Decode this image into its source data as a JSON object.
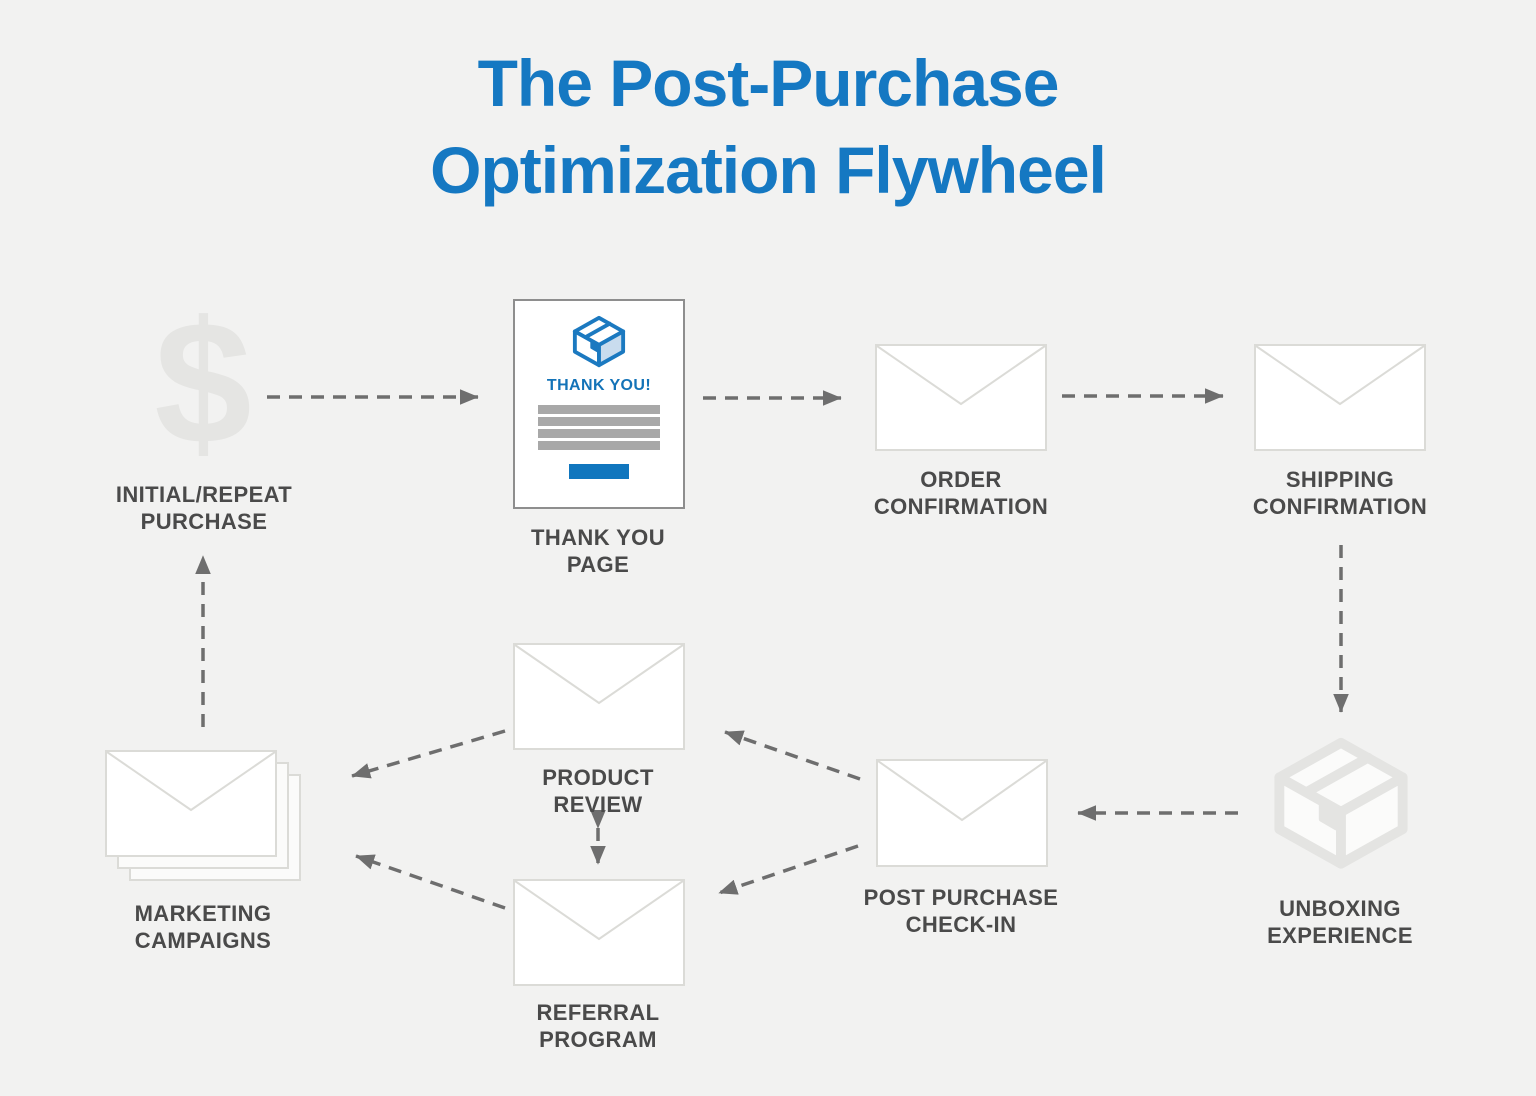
{
  "title": {
    "line1": "The Post-Purchase",
    "line2": "Optimization Flywheel"
  },
  "nodes": {
    "initial_purchase": {
      "label": "INITIAL/REPEAT\nPURCHASE",
      "icon": "dollar-icon",
      "dollar_glyph": "$"
    },
    "thank_you_page": {
      "label": "THANK YOU\nPAGE",
      "card_heading": "THANK YOU!",
      "icon": "package-box-icon"
    },
    "order_confirmation": {
      "label": "ORDER\nCONFIRMATION",
      "icon": "envelope-icon"
    },
    "shipping_confirmation": {
      "label": "SHIPPING\nCONFIRMATION",
      "icon": "envelope-icon"
    },
    "unboxing_experience": {
      "label": "UNBOXING\nEXPERIENCE",
      "icon": "package-box-icon"
    },
    "post_purchase_checkin": {
      "label": "POST PURCHASE\nCHECK-IN",
      "icon": "envelope-icon"
    },
    "product_review": {
      "label": "PRODUCT\nREVIEW",
      "icon": "envelope-icon"
    },
    "referral_program": {
      "label": "REFERRAL\nPROGRAM",
      "icon": "envelope-icon"
    },
    "marketing_campaigns": {
      "label": "MARKETING\nCAMPAIGNS",
      "icon": "stacked-envelopes-icon"
    }
  },
  "connections": [
    {
      "from": "initial_purchase",
      "to": "thank_you_page"
    },
    {
      "from": "thank_you_page",
      "to": "order_confirmation"
    },
    {
      "from": "order_confirmation",
      "to": "shipping_confirmation"
    },
    {
      "from": "shipping_confirmation",
      "to": "unboxing_experience"
    },
    {
      "from": "unboxing_experience",
      "to": "post_purchase_checkin"
    },
    {
      "from": "post_purchase_checkin",
      "to": "product_review"
    },
    {
      "from": "post_purchase_checkin",
      "to": "referral_program"
    },
    {
      "from": "product_review",
      "to": "referral_program",
      "bidirectional": true
    },
    {
      "from": "product_review",
      "to": "marketing_campaigns"
    },
    {
      "from": "referral_program",
      "to": "marketing_campaigns"
    },
    {
      "from": "marketing_campaigns",
      "to": "initial_purchase"
    }
  ],
  "colors": {
    "background": "#f2f2f1",
    "title_blue": "#1578c2",
    "accent_blue": "#1076be",
    "label_gray": "#4a4a4a",
    "arrow_gray": "#6e6e6e",
    "envelope_border": "#dbdbd7",
    "muted_icon_gray": "#e5e5e3"
  }
}
